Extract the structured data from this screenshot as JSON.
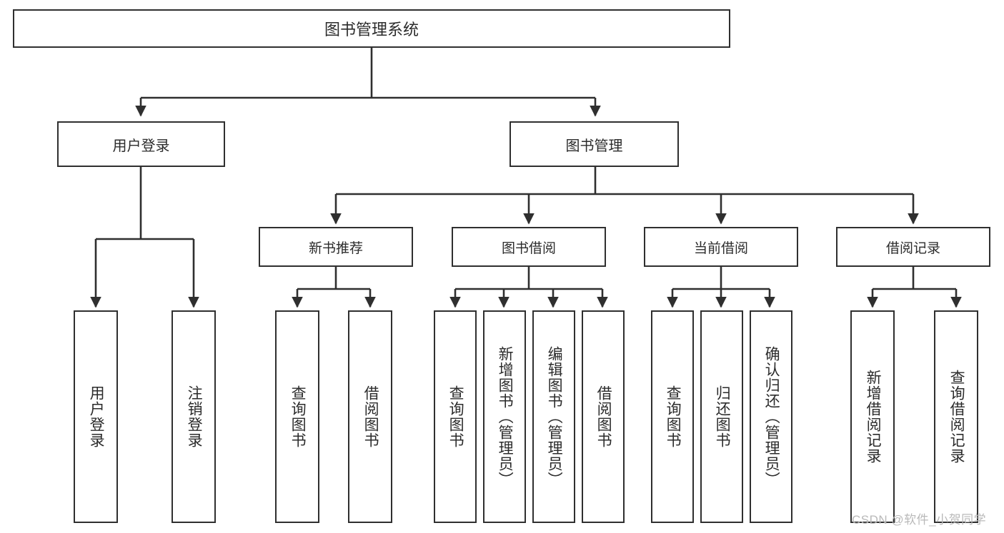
{
  "diagram": {
    "title": "图书管理系统",
    "root": {
      "label": "图书管理系统"
    },
    "level1": [
      {
        "label": "用户登录"
      },
      {
        "label": "图书管理"
      }
    ],
    "level2": [
      {
        "label": "新书推荐"
      },
      {
        "label": "图书借阅"
      },
      {
        "label": "当前借阅"
      },
      {
        "label": "借阅记录"
      }
    ],
    "leaves": {
      "user_login": [
        {
          "label": "用户登录"
        },
        {
          "label": "注销登录"
        }
      ],
      "new_book_recommend": [
        {
          "label": "查询图书"
        },
        {
          "label": "借阅图书"
        }
      ],
      "book_borrow": [
        {
          "label": "查询图书"
        },
        {
          "label": "新增图书（管理员）"
        },
        {
          "label": "编辑图书（管理员）"
        },
        {
          "label": "借阅图书"
        }
      ],
      "current_borrow": [
        {
          "label": "查询图书"
        },
        {
          "label": "归还图书"
        },
        {
          "label": "确认归还（管理员）"
        }
      ],
      "borrow_record": [
        {
          "label": "新增借阅记录"
        },
        {
          "label": "查询借阅记录"
        }
      ]
    },
    "watermark": "CSDN @软件_小贺同学",
    "colors": {
      "border": "#2f2f2f",
      "text": "#2b2b2b",
      "background": "#ffffff",
      "watermark": "#b9b9b9"
    }
  }
}
